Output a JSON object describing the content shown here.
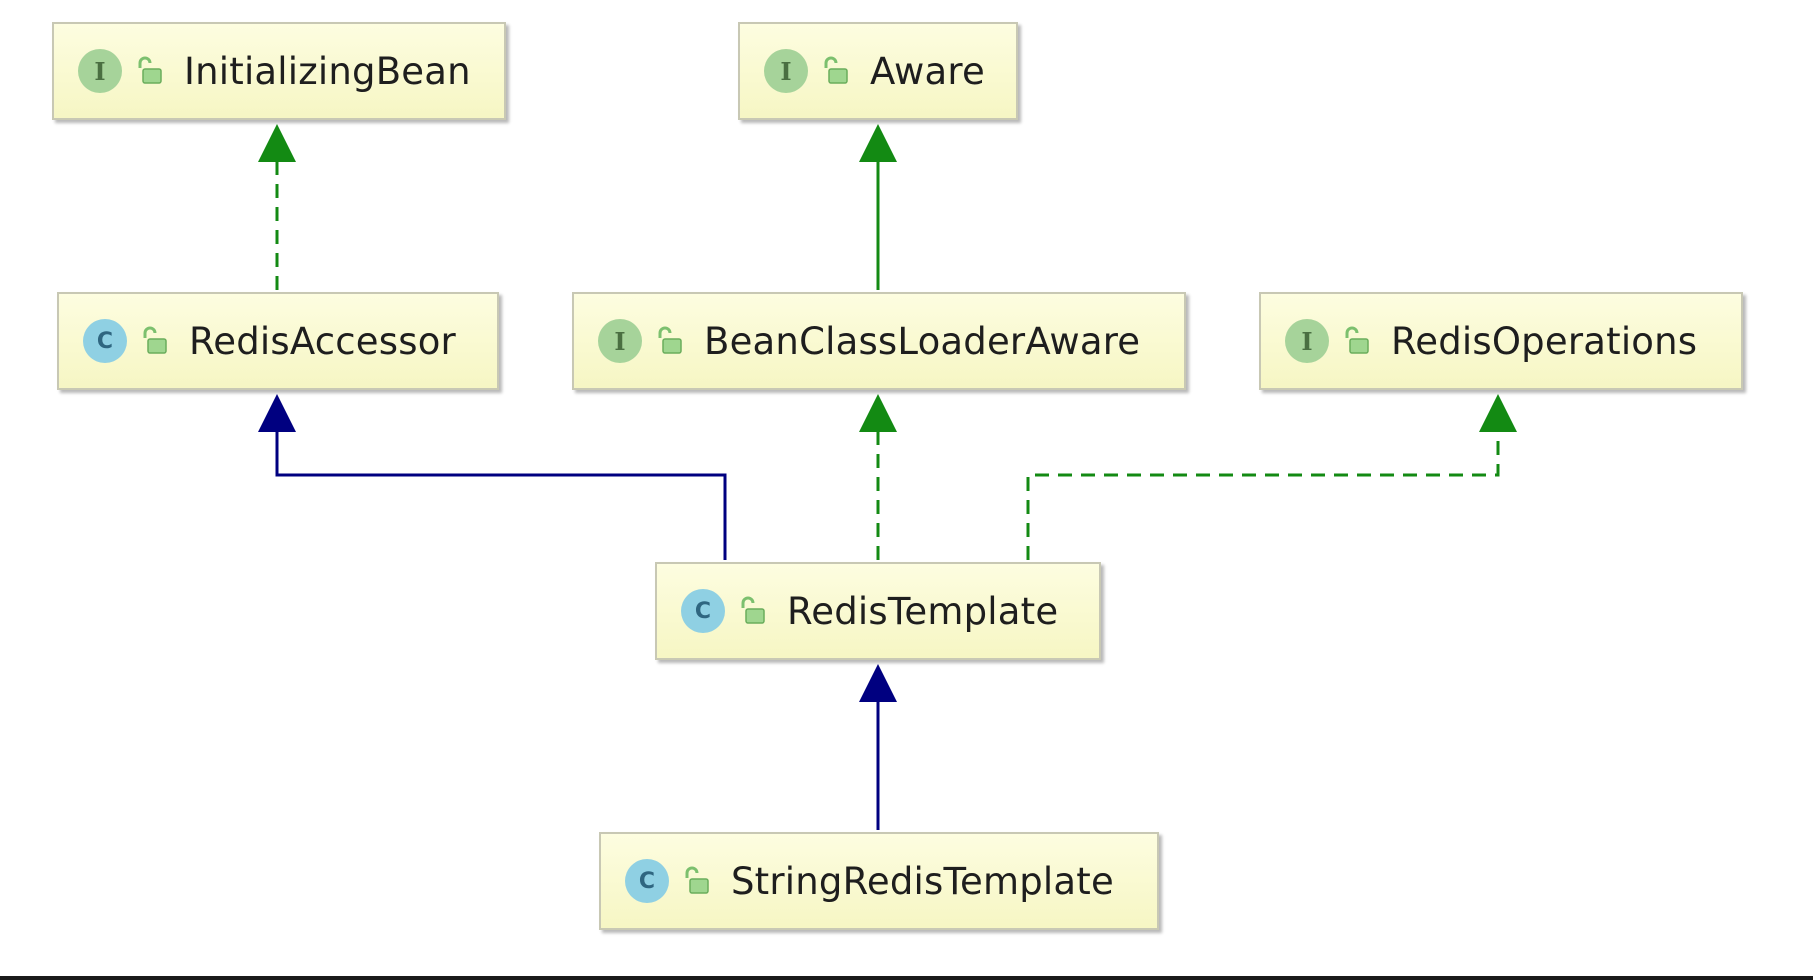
{
  "nodes": [
    {
      "id": "initializingbean",
      "name": "InitializingBean",
      "kind": "interface",
      "badge": "I",
      "icon": "unlocked-padlock-icon"
    },
    {
      "id": "aware",
      "name": "Aware",
      "kind": "interface",
      "badge": "I",
      "icon": "unlocked-padlock-icon"
    },
    {
      "id": "redisaccessor",
      "name": "RedisAccessor",
      "kind": "class",
      "badge": "C",
      "icon": "unlocked-padlock-icon"
    },
    {
      "id": "beanclassloaderaware",
      "name": "BeanClassLoaderAware",
      "kind": "interface",
      "badge": "I",
      "icon": "unlocked-padlock-icon"
    },
    {
      "id": "redisoperations",
      "name": "RedisOperations",
      "kind": "interface",
      "badge": "I",
      "icon": "unlocked-padlock-icon"
    },
    {
      "id": "redistemplate",
      "name": "RedisTemplate",
      "kind": "class",
      "badge": "C",
      "icon": "unlocked-padlock-icon"
    },
    {
      "id": "stringredistemplate",
      "name": "StringRedisTemplate",
      "kind": "class",
      "badge": "C",
      "icon": "unlocked-padlock-icon"
    }
  ],
  "edges": [
    {
      "from": "RedisAccessor",
      "to": "InitializingBean",
      "relation": "implements"
    },
    {
      "from": "BeanClassLoaderAware",
      "to": "Aware",
      "relation": "extends"
    },
    {
      "from": "RedisTemplate",
      "to": "RedisAccessor",
      "relation": "extends"
    },
    {
      "from": "RedisTemplate",
      "to": "BeanClassLoaderAware",
      "relation": "implements"
    },
    {
      "from": "RedisTemplate",
      "to": "RedisOperations",
      "relation": "implements"
    },
    {
      "from": "StringRedisTemplate",
      "to": "RedisTemplate",
      "relation": "extends"
    }
  ],
  "colors": {
    "class_extends": "#000080",
    "interface_relation": "#138a13",
    "node_fill": "#fafad2",
    "interface_badge": "#a6d39a",
    "class_badge": "#8fd0e3"
  }
}
